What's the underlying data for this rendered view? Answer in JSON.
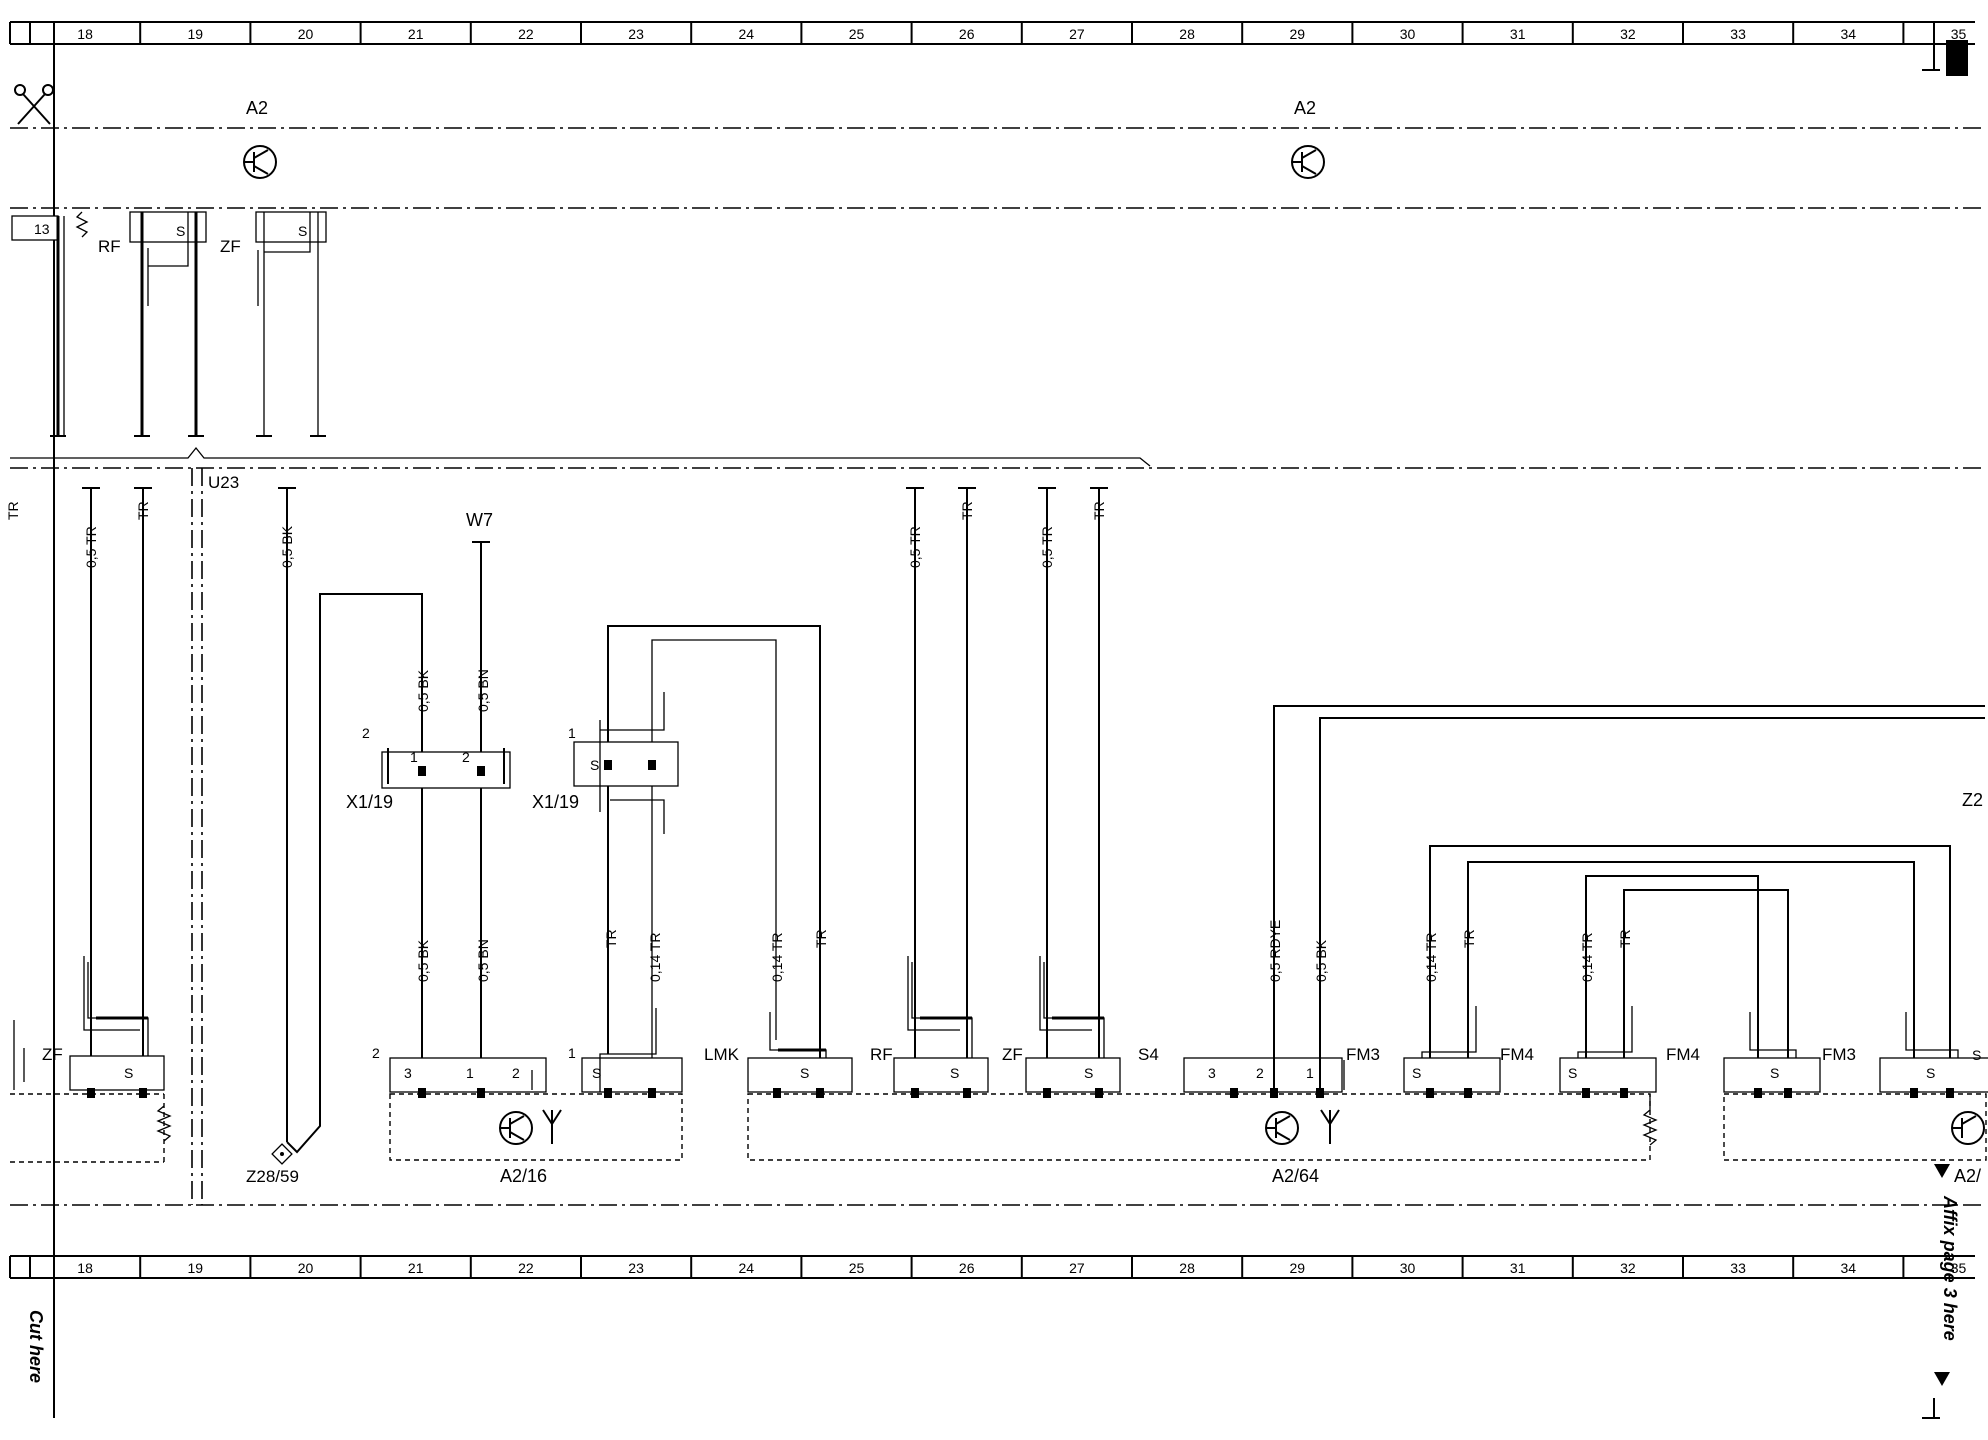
{
  "grid": {
    "columns": [
      "18",
      "19",
      "20",
      "21",
      "22",
      "23",
      "24",
      "25",
      "26",
      "27",
      "28",
      "29",
      "30",
      "31",
      "32",
      "33",
      "34",
      "35"
    ]
  },
  "modules": {
    "a2_left": "A2",
    "a2_right": "A2",
    "u23": "U23",
    "w7": "W7",
    "z28_59": "Z28/59",
    "a2_16": "A2/16",
    "a2_64": "A2/64",
    "a2_cut": "A2/",
    "z_cut": "Z2",
    "x1_19_a": "X1/19",
    "x1_19_b": "X1/19"
  },
  "shield_labels": {
    "rf_top": "RF",
    "zf_top": "ZF",
    "zf_left": "ZF",
    "lmk": "LMK",
    "rf": "RF",
    "zf": "ZF",
    "s4": "S4",
    "fm3_a": "FM3",
    "fm4_a": "FM4",
    "fm4_b": "FM4",
    "fm3_b": "FM3"
  },
  "wire_labels": {
    "w_left_cut": "TR",
    "w18a": "0,5 TR",
    "w18b": "TR",
    "w20": "0,5 BK",
    "w21_top": "0,5 BK",
    "w22_top": "0,5 BN",
    "w21_bot": "0,5 BK",
    "w22_bot": "0,5 BN",
    "w23a": "TR",
    "w23b": "0,14 TR",
    "w24a": "0,14 TR",
    "w24b": "TR",
    "w26a": "0,5 TR",
    "w26b": "TR",
    "w27a": "0,5 TR",
    "w27b": "TR",
    "w29a": "0,5 RDYE",
    "w29b": "0,5 BK",
    "w30a": "0,14 TR",
    "w30b": "TR",
    "w31a": "0,14 TR",
    "w31b": "TR"
  },
  "pin_labels": {
    "p13": "13",
    "s_top_a": "S",
    "s_top_b": "S",
    "x1_conn_pin": "2",
    "x1_pin1": "1",
    "x1_pin2": "2",
    "x1b_conn_pin": "1",
    "x1b_s": "S",
    "a216_conn_pin": "2",
    "a216_p3": "3",
    "a216_p1": "1",
    "a216_p2": "2",
    "a216_s_conn": "1",
    "a216_s": "S",
    "zf_s": "S",
    "lmk_s": "S",
    "rf_s": "S",
    "zf2_s": "S",
    "a264_p3": "3",
    "a264_p2": "2",
    "a264_p1": "1",
    "fm4a_s": "S",
    "fm4b_s": "S",
    "fm3b_s": "S",
    "fm3c_s": "S",
    "cut_s": "S"
  },
  "notes": {
    "cut_here": "Cut here",
    "affix": "Affix page 3 here"
  }
}
